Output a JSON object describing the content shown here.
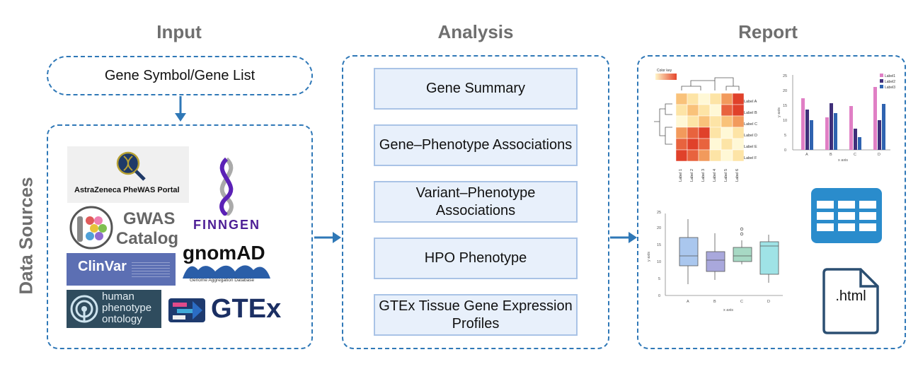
{
  "columns": {
    "input": "Input",
    "analysis": "Analysis",
    "report": "Report"
  },
  "input": {
    "gene_box": "Gene Symbol/Gene List",
    "data_sources_label": "Data Sources"
  },
  "logos": {
    "astrazeneca": "AstraZeneca PheWAS Portal",
    "finngen": "FINNGEN",
    "gwas_line1": "GWAS",
    "gwas_line2": "Catalog",
    "gnomad": "gnomAD",
    "gnomad_sub": "Genome Aggregation Database",
    "clinvar": "ClinVar",
    "hpo_line1": "human",
    "hpo_line2": "phenotype",
    "hpo_line3": "ontology",
    "gtex": "GTEx"
  },
  "analysis": {
    "items": [
      "Gene Summary",
      "Gene–Phenotype Associations",
      "Variant–Phenotype Associations",
      "HPO Phenotype",
      "GTEx Tissue Gene Expression Profiles"
    ]
  },
  "report": {
    "html_label": ".html",
    "heatmap": {
      "key_label": "Color key",
      "row_labels": [
        "Label A",
        "Label B",
        "Label C",
        "Label D",
        "Label E",
        "Label F"
      ],
      "col_labels": [
        "Label 1",
        "Label 2",
        "Label 3",
        "Label 4",
        "Label 5",
        "Label 6"
      ]
    },
    "bar": {
      "legend": [
        "Label1",
        "Label2",
        "Label3"
      ],
      "xlabel": "x axis",
      "ylabel": "y axis"
    },
    "box": {
      "xlabel": "x axis",
      "ylabel": "y axis"
    }
  },
  "colors": {
    "accent": "#2f78b7",
    "title_gray": "#6f6f6f",
    "analysis_fill": "#e8f0fb",
    "analysis_border": "#a9c3e6",
    "bar_series": [
      "#e07fc5",
      "#3f2f7a",
      "#2f63b0"
    ],
    "box_fills": [
      "#aac7ee",
      "#a9a8dc",
      "#a7d9c4",
      "#9fe3e6"
    ]
  }
}
